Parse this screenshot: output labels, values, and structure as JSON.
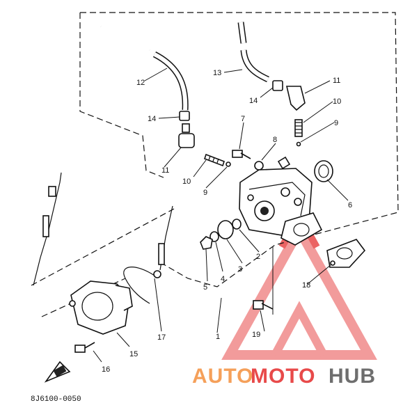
{
  "callouts": [
    {
      "id": "c1",
      "label": "1"
    },
    {
      "id": "c2",
      "label": "2"
    },
    {
      "id": "c3",
      "label": "3"
    },
    {
      "id": "c4",
      "label": "4"
    },
    {
      "id": "c5",
      "label": "5"
    },
    {
      "id": "c6",
      "label": "6"
    },
    {
      "id": "c7",
      "label": "7"
    },
    {
      "id": "c8",
      "label": "8"
    },
    {
      "id": "c9a",
      "label": "9"
    },
    {
      "id": "c9b",
      "label": "9"
    },
    {
      "id": "c10a",
      "label": "10"
    },
    {
      "id": "c10b",
      "label": "10"
    },
    {
      "id": "c11a",
      "label": "11"
    },
    {
      "id": "c11b",
      "label": "11"
    },
    {
      "id": "c12",
      "label": "12"
    },
    {
      "id": "c13",
      "label": "13"
    },
    {
      "id": "c14a",
      "label": "14"
    },
    {
      "id": "c14b",
      "label": "14"
    },
    {
      "id": "c15",
      "label": "15"
    },
    {
      "id": "c16",
      "label": "16"
    },
    {
      "id": "c17",
      "label": "17"
    },
    {
      "id": "c18",
      "label": "18"
    },
    {
      "id": "c19",
      "label": "19"
    }
  ],
  "diagram_code": "8J6100-0050",
  "watermark": {
    "part1": "AUTO",
    "part2": "MOTO",
    "part3": "HUB"
  },
  "colors": {
    "line": "#111111",
    "watermark_red": "#e84a4a",
    "watermark_orange": "#f5a05a",
    "watermark_gray": "#6e6e6e"
  }
}
